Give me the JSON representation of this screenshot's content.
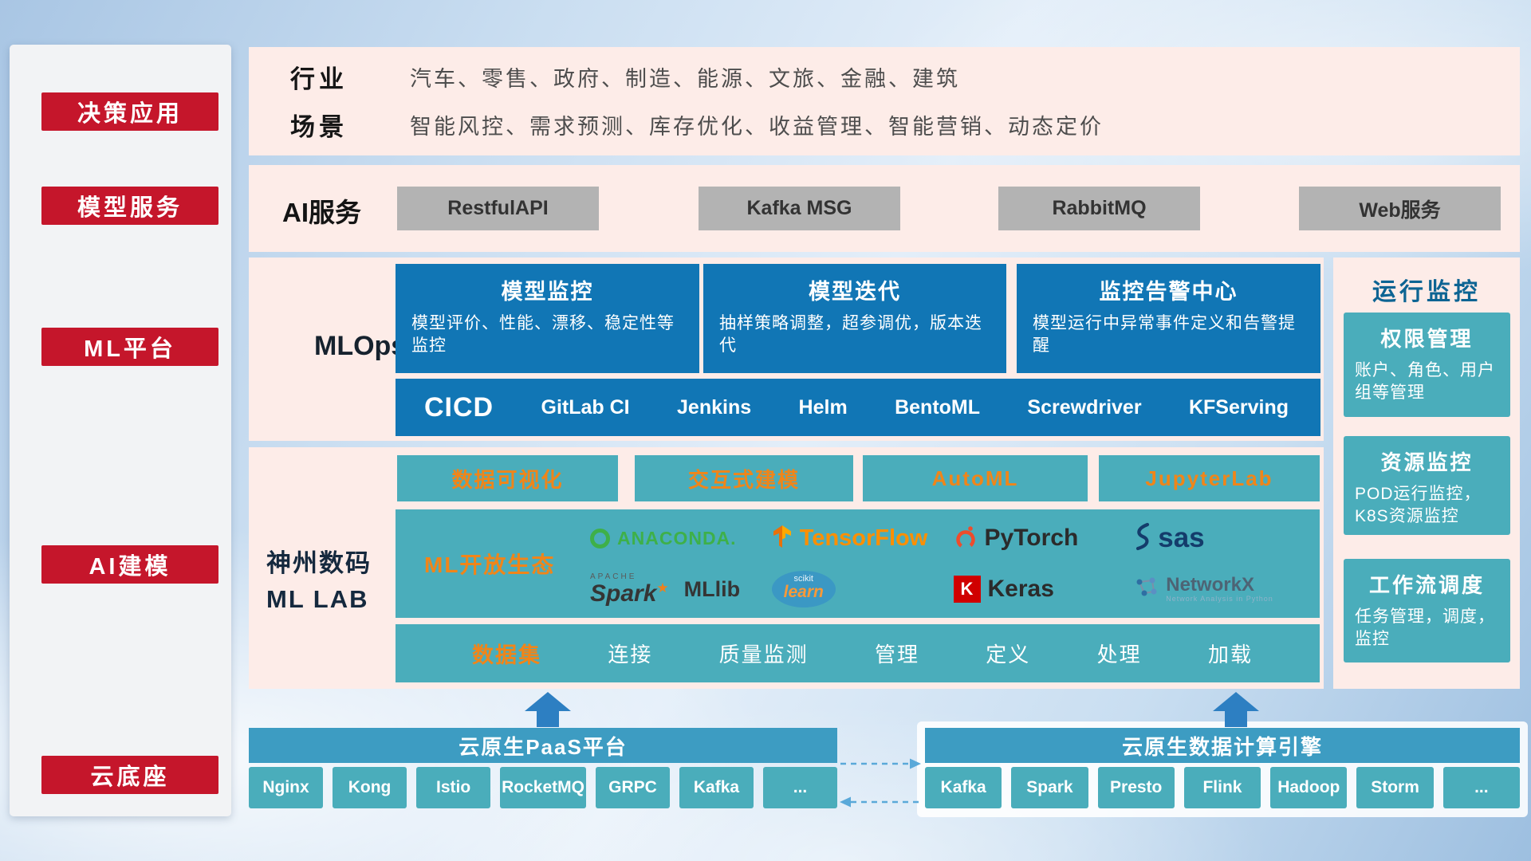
{
  "colors": {
    "red": "#c5162b",
    "pink_panel": "#fdece8",
    "blue_box": "#1176b5",
    "teal_box": "#4aadbb",
    "teal_bar": "#3d9cc2",
    "orange_accent": "#f08519",
    "gray_chip": "#b3b3b3",
    "arrow_blue": "#2d7fc2"
  },
  "sidebar": {
    "items": [
      {
        "label": "决策应用"
      },
      {
        "label": "模型服务"
      },
      {
        "label": "ML平台"
      },
      {
        "label": "AI建模"
      },
      {
        "label": "云底座"
      }
    ]
  },
  "industry": {
    "rows": [
      {
        "label": "行业",
        "text": "汽车、零售、政府、制造、能源、文旅、金融、建筑"
      },
      {
        "label": "场景",
        "text": "智能风控、需求预测、库存优化、收益管理、智能营销、动态定价"
      }
    ]
  },
  "ai_service": {
    "label": "AI服务",
    "buttons": [
      "RestfulAPI",
      "Kafka MSG",
      "RabbitMQ",
      "Web服务"
    ]
  },
  "mlops": {
    "label": "MLOps",
    "cards": [
      {
        "title": "模型监控",
        "desc": "模型评价、性能、漂移、稳定性等监控"
      },
      {
        "title": "模型迭代",
        "desc": "抽样策略调整，超参调优，版本迭代"
      },
      {
        "title": "监控告警中心",
        "desc": "模型运行中异常事件定义和告警提醒"
      }
    ],
    "cicd_label": "CICD",
    "cicd_tools": [
      "GitLab CI",
      "Jenkins",
      "Helm",
      "BentoML",
      "Screwdriver",
      "KFServing"
    ]
  },
  "mllab": {
    "title_line1": "神州数码",
    "title_line2": "ML LAB",
    "features": [
      "数据可视化",
      "交互式建模",
      "AutoML",
      "JupyterLab"
    ],
    "ecosystem_label": "ML开放生态",
    "logos": {
      "anaconda": "ANACONDA.",
      "tensorflow": "TensorFlow",
      "pytorch": "PyTorch",
      "sas": "sas",
      "spark_apache": "APACHE",
      "spark": "Spark",
      "mllib": "MLlib",
      "sklearn_top": "scikit",
      "sklearn": "learn",
      "keras_k": "K",
      "keras": "Keras",
      "networkx": "NetworkX",
      "networkx_sub": "Network Analysis in Python"
    },
    "dataset_label": "数据集",
    "dataset_items": [
      "连接",
      "质量监测",
      "管理",
      "定义",
      "处理",
      "加载"
    ]
  },
  "monitoring": {
    "title": "运行监控",
    "cards": [
      {
        "title": "权限管理",
        "desc": "账户、角色、用户组等管理"
      },
      {
        "title": "资源监控",
        "desc": "POD运行监控，K8S资源监控"
      },
      {
        "title": "工作流调度",
        "desc": "任务管理，调度，监控"
      }
    ]
  },
  "cloud": {
    "paas_title": "云原生PaaS平台",
    "paas_items": [
      "Nginx",
      "Kong",
      "Istio",
      "RocketMQ",
      "GRPC",
      "Kafka",
      "..."
    ],
    "engine_title": "云原生数据计算引擎",
    "engine_items": [
      "Kafka",
      "Spark",
      "Presto",
      "Flink",
      "Hadoop",
      "Storm",
      "..."
    ]
  }
}
